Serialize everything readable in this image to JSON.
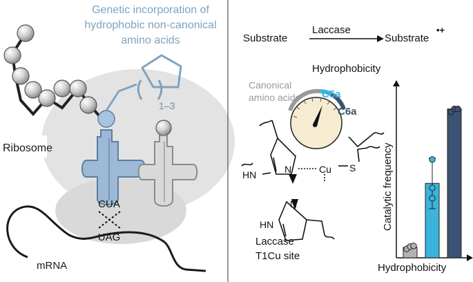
{
  "left_panel": {
    "title_line1": "Genetic incorporation of",
    "title_line2": "hydrophobic non-canonical",
    "title_line3": "amino acids",
    "ring_subscript": "1–3",
    "ribosome_label": "Ribosome",
    "anticodon": "CUA",
    "codon": "UAG",
    "mrna_label": "mRNA"
  },
  "right_panel": {
    "reaction_substrate": "Substrate",
    "reaction_enzyme": "Laccase",
    "reaction_product": "Substrate",
    "product_charge": "•+",
    "gauge_title": "Hydrophobicity",
    "canonical_line1": "Canonical",
    "canonical_line2": "amino acids",
    "c5a_label": "C5a",
    "c6a_label": "C6a",
    "site_line1": "Laccase",
    "site_line2": "T1Cu site",
    "atoms": {
      "hn": "HN",
      "n": "N",
      "cu": "Cu",
      "s": "S"
    }
  },
  "colors": {
    "title_blue": "#7fa3bf",
    "trna_blue": "#9db9d6",
    "trna_grey": "#d3d3d3",
    "ribosome": "#e1e1e1",
    "bar_grey": "#b3b3b3",
    "bar_cyan": "#3ab4dc",
    "bar_navy": "#3b5372",
    "c5a": "#3ab4dc",
    "c6a": "#3b5372"
  },
  "chart_data": {
    "type": "bar",
    "title": "",
    "xlabel": "Hydrophobicity",
    "ylabel": "Catalytic frequency",
    "categories": [
      "",
      "",
      ""
    ],
    "values": [
      0.07,
      0.5,
      1.0
    ],
    "error_low": [
      0.0,
      0.33,
      0.0
    ],
    "error_high": [
      0.0,
      0.67,
      0.0
    ],
    "points": [
      [
        0.06,
        0.075,
        0.08
      ],
      [
        0.4,
        0.47,
        0.66
      ],
      [
        0.98,
        1.0,
        1.0
      ]
    ],
    "bar_colors": [
      "#b3b3b3",
      "#3ab4dc",
      "#3b5372"
    ],
    "ylim": [
      0,
      1.1
    ],
    "grid": false,
    "legend": "none"
  }
}
